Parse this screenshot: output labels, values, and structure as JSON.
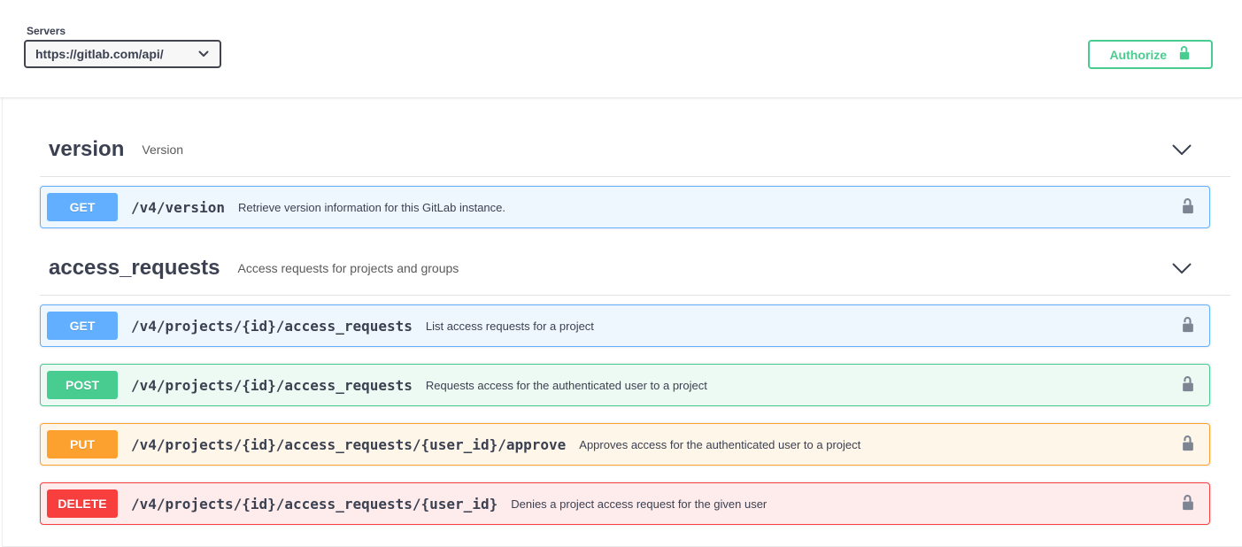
{
  "servers": {
    "label": "Servers",
    "selected": "https://gitlab.com/api/",
    "select_icon": "chevron-down-icon"
  },
  "authorize": {
    "label": "Authorize",
    "icon": "unlock-icon",
    "accent_color": "#49cc90"
  },
  "sections": [
    {
      "name": "version",
      "description": "Version",
      "expand_icon": "chevron-down-icon",
      "operations": [
        {
          "method": "GET",
          "path": "/v4/version",
          "summary": "Retrieve version information for this GitLab instance.",
          "auth_icon": "unlock-icon"
        }
      ]
    },
    {
      "name": "access_requests",
      "description": "Access requests for projects and groups",
      "expand_icon": "chevron-down-icon",
      "operations": [
        {
          "method": "GET",
          "path": "/v4/projects/{id}/access_requests",
          "summary": "List access requests for a project",
          "auth_icon": "unlock-icon"
        },
        {
          "method": "POST",
          "path": "/v4/projects/{id}/access_requests",
          "summary": "Requests access for the authenticated user to a project",
          "auth_icon": "unlock-icon"
        },
        {
          "method": "PUT",
          "path": "/v4/projects/{id}/access_requests/{user_id}/approve",
          "summary": "Approves access for the authenticated user to a project",
          "auth_icon": "unlock-icon"
        },
        {
          "method": "DELETE",
          "path": "/v4/projects/{id}/access_requests/{user_id}",
          "summary": "Denies a project access request for the given user",
          "auth_icon": "unlock-icon"
        }
      ]
    }
  ],
  "method_colors": {
    "GET": {
      "accent": "#61affe",
      "tint": "#eff7fe"
    },
    "POST": {
      "accent": "#49cc90",
      "tint": "#edfaf3"
    },
    "PUT": {
      "accent": "#fca130",
      "tint": "#fff6ea"
    },
    "DELETE": {
      "accent": "#f93e3e",
      "tint": "#feebeb"
    }
  },
  "ui_colors": {
    "title_text": "#3b4151",
    "select_border": "#41444e",
    "divider": "#e3e3e3",
    "lock_gray": "#7d8492"
  }
}
